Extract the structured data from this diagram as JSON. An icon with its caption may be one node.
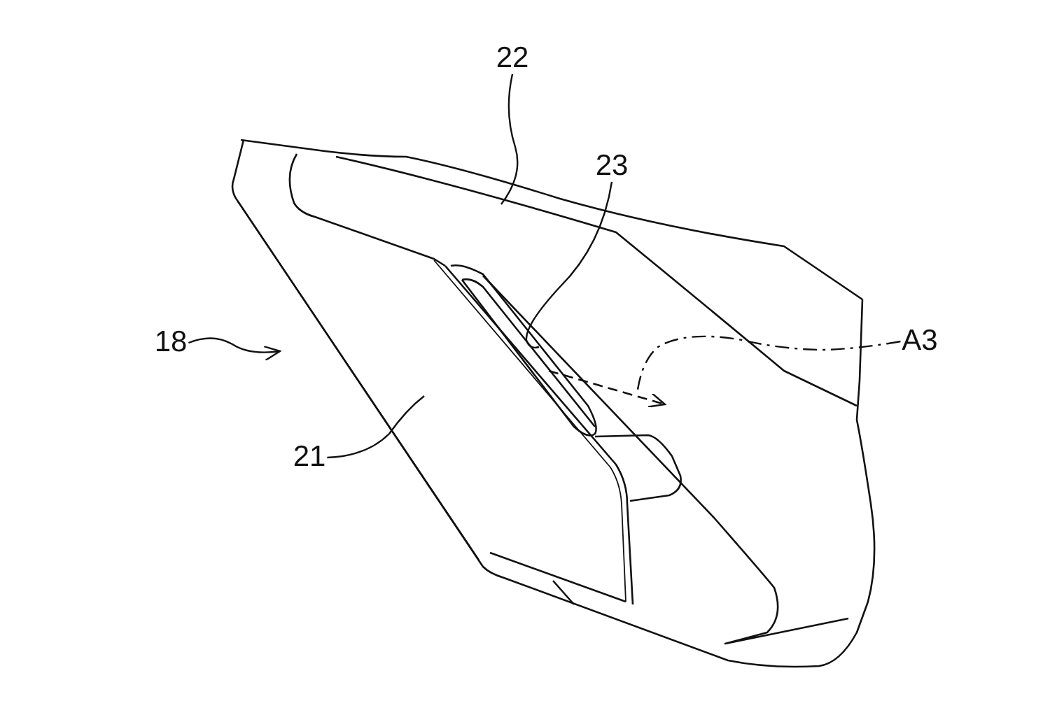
{
  "diagram": {
    "nodes": [
      {
        "text": [
          "22"
        ]
      },
      {
        "text": [
          "23"
        ]
      },
      {
        "text": [
          "18"
        ]
      },
      {
        "text": [
          "21"
        ]
      },
      {
        "text": [
          "A3"
        ]
      }
    ],
    "edges": [
      {
        "from": 0,
        "to": null,
        "arrow": "none"
      },
      {
        "from": 1,
        "to": null,
        "arrow": "none"
      },
      {
        "from": 2,
        "to": null,
        "arrow": "to"
      },
      {
        "from": 3,
        "to": null,
        "arrow": "none"
      },
      {
        "from": 4,
        "to": null,
        "arrow": "none",
        "style": "dashed"
      }
    ]
  }
}
